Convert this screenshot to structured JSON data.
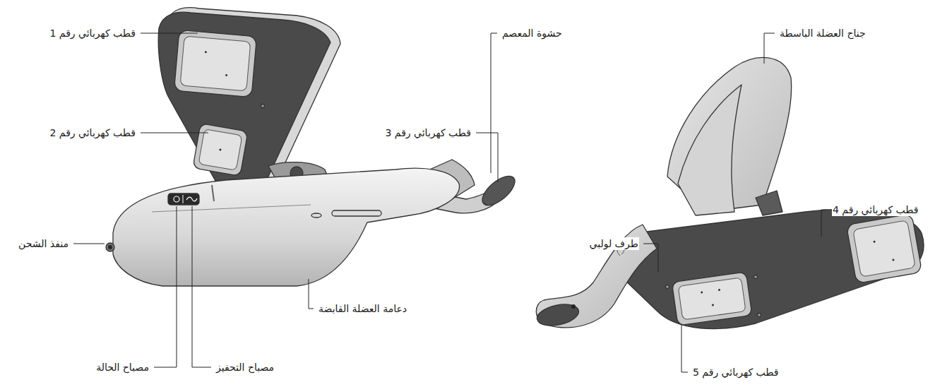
{
  "diagram": {
    "labels": [
      "قطب كهربائي رقم 1",
      "قطب كهربائي رقم 2",
      "حشوة المعصم",
      "قطب كهربائي رقم 3",
      "منفذ الشحن",
      "دعامة العضلة القابضة",
      "مصباح الحالة",
      "مصباح التحفيز",
      "جناح العضلة الباسطة",
      "قطب كهربائي رقم 4",
      "طرف لولبي",
      "قطب كهربائي رقم 5"
    ]
  }
}
